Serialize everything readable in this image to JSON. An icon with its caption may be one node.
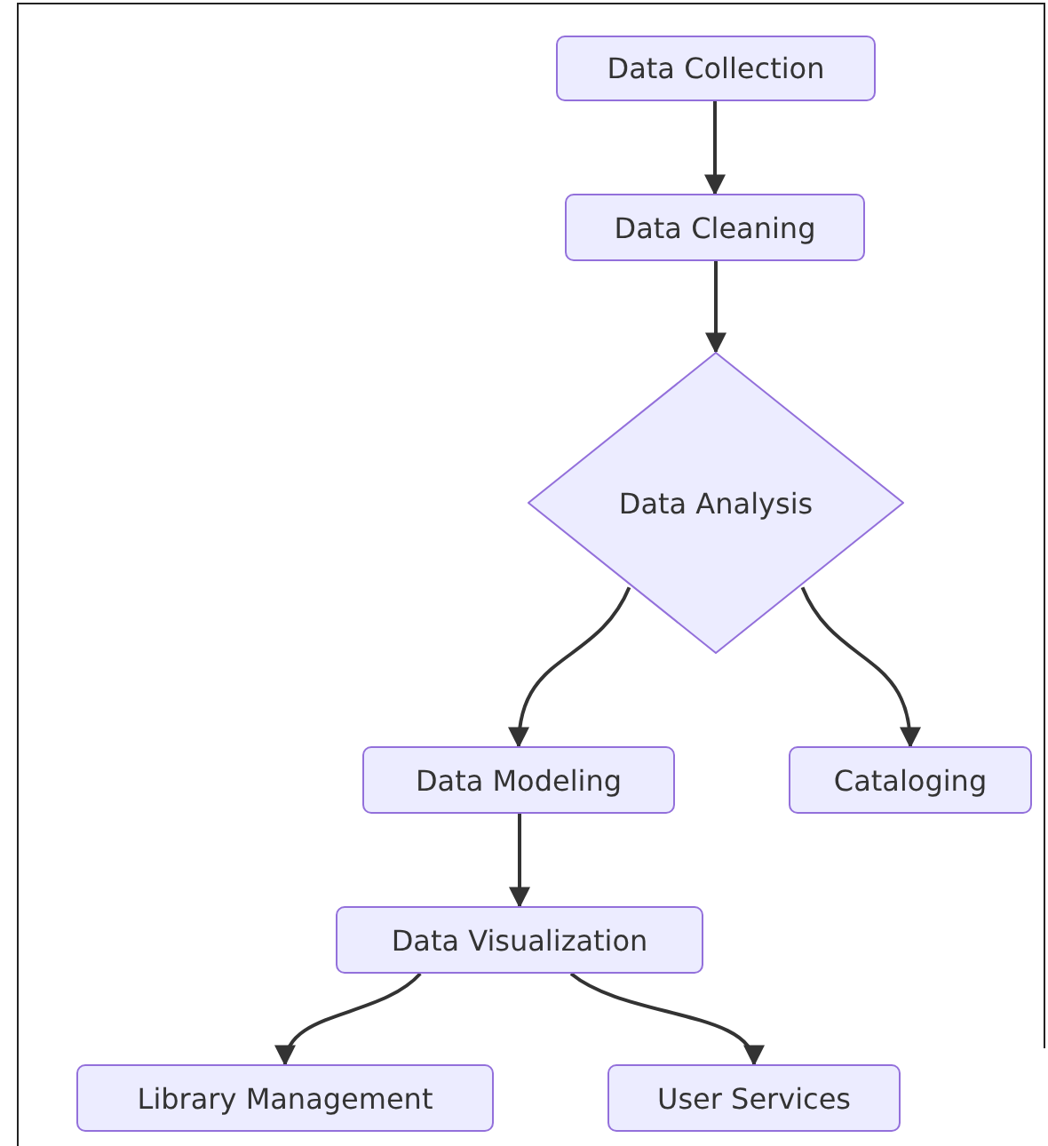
{
  "diagram": {
    "nodes": [
      {
        "text": [
          "Data Collection"
        ]
      },
      {
        "text": [
          "Data Cleaning"
        ]
      },
      {
        "text": [
          "Data Analysis"
        ]
      },
      {
        "text": [
          "Data Modeling"
        ]
      },
      {
        "text": [
          "Cataloging"
        ]
      },
      {
        "text": [
          "Data Visualization"
        ]
      },
      {
        "text": [
          "Library Management"
        ]
      },
      {
        "text": [
          "User Services"
        ]
      }
    ],
    "edges": [
      {
        "from": 0,
        "to": 1,
        "arrow": "to"
      },
      {
        "from": 1,
        "to": 2,
        "arrow": "to"
      },
      {
        "from": 2,
        "to": 3,
        "arrow": "to"
      },
      {
        "from": 2,
        "to": 4,
        "arrow": "to"
      },
      {
        "from": 3,
        "to": 5,
        "arrow": "to"
      },
      {
        "from": 5,
        "to": 6,
        "arrow": "to"
      },
      {
        "from": 5,
        "to": 7,
        "arrow": "to"
      }
    ]
  }
}
